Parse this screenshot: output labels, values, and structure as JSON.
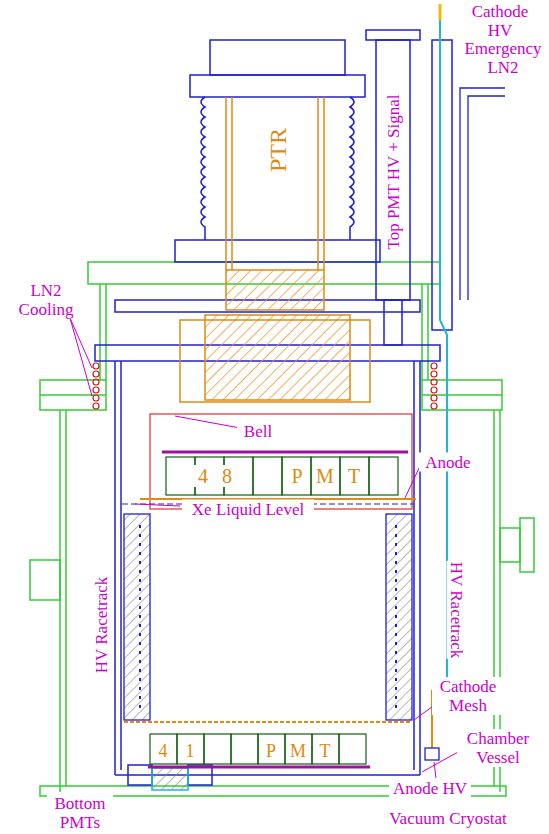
{
  "diagram": {
    "labels": [
      "Cathode HV",
      "Emergency LN2",
      "PTR",
      "Top PMT HV + Signal",
      "LN2 Cooling",
      "Bell",
      "4",
      "8",
      "P",
      "M",
      "T",
      "Anode",
      "Xe Liquid Level",
      "HV Racetrack",
      "HV Racetrack",
      "4",
      "1",
      "P",
      "M",
      "T",
      "Cathode Mesh",
      "Chamber Vessel",
      "Anode HV",
      "Bottom PMTs",
      "Vacuum Cryostat"
    ]
  }
}
